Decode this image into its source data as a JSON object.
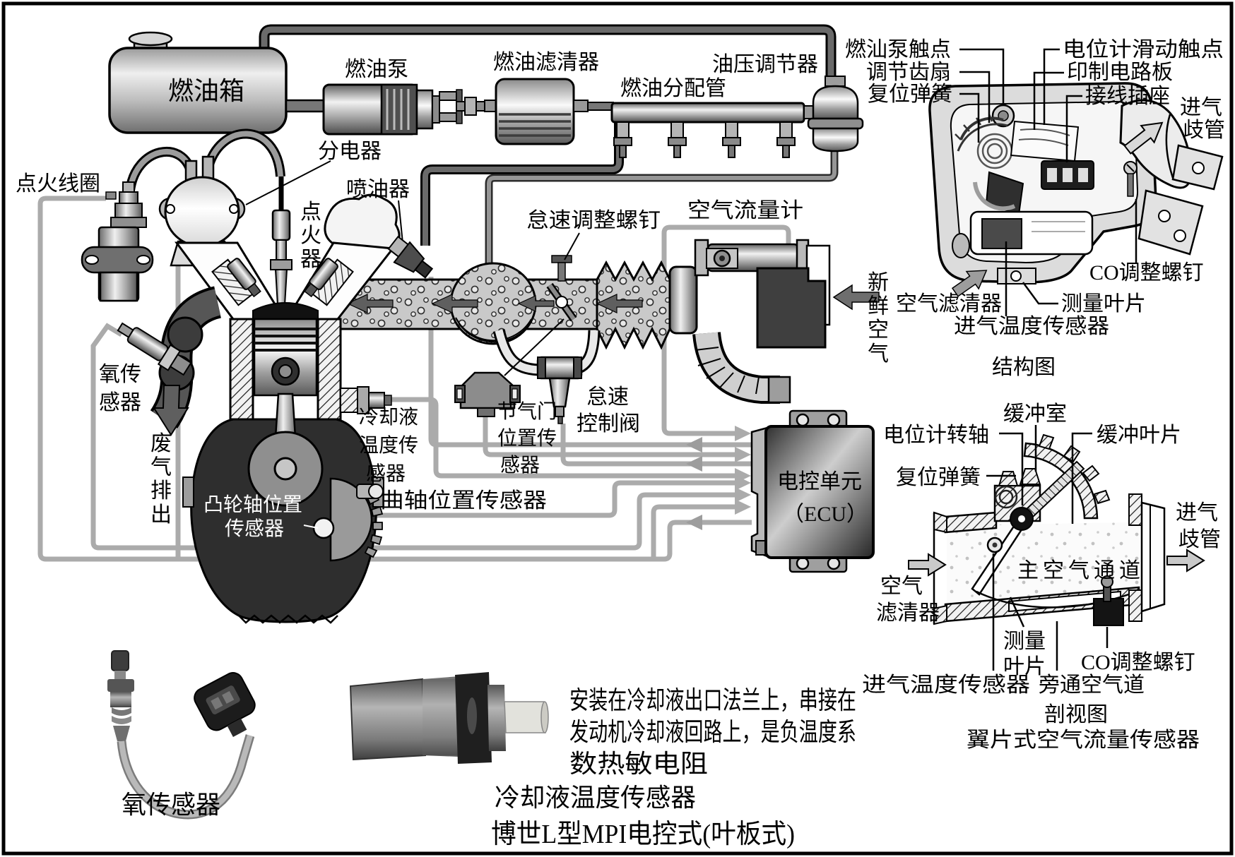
{
  "diagram_title": "博世L型MPI电控式(叶板式)",
  "colors": {
    "background": "#ffffff",
    "outline": "#000000",
    "wire_gray": "#ababab",
    "pipe_dark": "#5a5a5a",
    "hose_gray": "#8d8d8d",
    "mixture_fill": "#c9c9c9",
    "ecu_dark": "#3a3a3a"
  },
  "fuel_system": {
    "tank": "燃油箱",
    "pump": "燃油泵",
    "filter": "燃油滤清器",
    "rail": "燃油分配管",
    "regulator": "油压调节器"
  },
  "ignition": {
    "coil": "点火线圈",
    "distributor": "分电器",
    "igniter": "点火器"
  },
  "engine": {
    "injector": "喷油器",
    "idle_screw": "怠速调整螺钉",
    "air_flow_meter": "空气流量计",
    "oxygen_sensor": [
      "氧传",
      "感器"
    ],
    "exhaust_out": "废气排出",
    "coolant_sensor": [
      "冷却液",
      "温度传",
      "感器"
    ],
    "cam_sensor": [
      "凸轮轴位置",
      "传感器"
    ],
    "crank_sensor": "曲轴位置传感器",
    "tps": [
      "节气门",
      "位置传",
      "感器"
    ],
    "idle_valve": [
      "怠速",
      "控制阀"
    ],
    "fresh_air": "新鲜空气",
    "air_filter": "空气滤清器"
  },
  "ecu": {
    "line1": "电控单元",
    "line2": "（ECU）"
  },
  "structure_view": {
    "pump_contact": "燃汕泵触点",
    "gear_sector": "调节齿扇",
    "return_spring": "复位弹簧",
    "pot_contact": "电位计滑动触点",
    "pcb": "印制电路板",
    "socket": "接线插座",
    "intake_manifold": [
      "进气",
      "歧管"
    ],
    "co_screw": "CO调整螺钉",
    "vane": "测量叶片",
    "intake_temp": "进气温度传感器",
    "caption": "结构图"
  },
  "section_view": {
    "pot_shaft": "电位计转轴",
    "buffer_chamber": "缓冲室",
    "buffer_vane": "缓冲叶片",
    "return_spring": "复位弹簧",
    "main_passage": "主空气通道",
    "intake_manifold": [
      "进气",
      "歧管"
    ],
    "air_filter": [
      "空气",
      "滤清器"
    ],
    "vane": [
      "测量",
      "叶片"
    ],
    "co_screw": "CO调整螺钉",
    "intake_temp": "进气温度传感器",
    "bypass": "旁通空气道",
    "caption": "剖视图",
    "name": "翼片式空气流量传感器"
  },
  "photos": {
    "oxygen_label": "氧传感器",
    "coolant_label": "冷却液温度传感器",
    "note": [
      "安装在冷却液出口法兰上，串接在",
      "发动机冷却液回路上，是负温度系",
      "数热敏电阻"
    ]
  }
}
